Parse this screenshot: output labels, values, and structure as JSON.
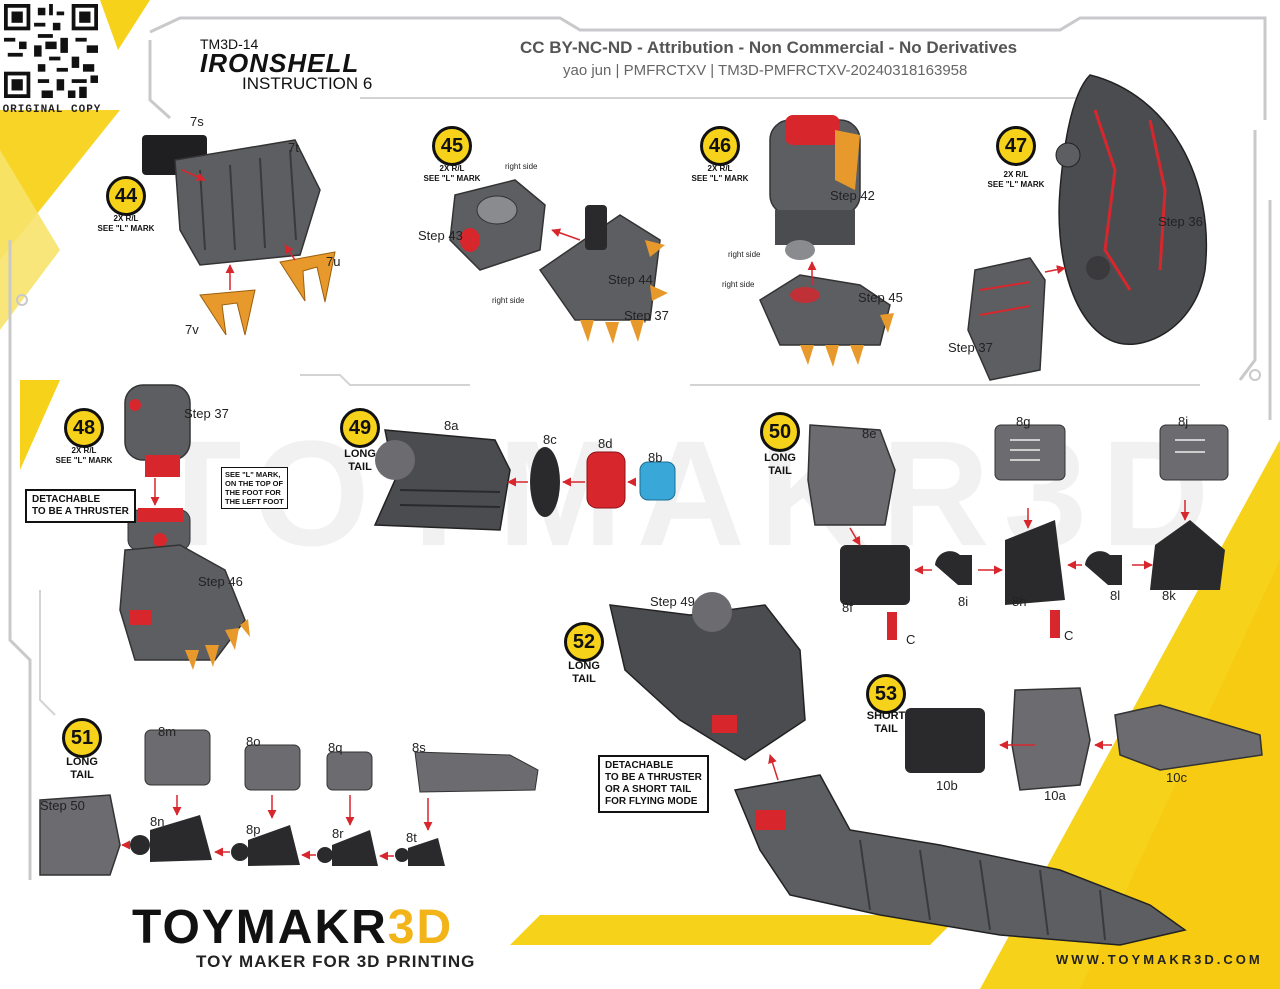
{
  "header": {
    "code": "TM3D-14",
    "model": "IRONSHELL",
    "instruction": "INSTRUCTION 6",
    "license": "CC BY-NC-ND - Attribution - Non Commercial - No Derivatives",
    "author_line": "yao jun | PMFRCTXV | TM3D-PMFRCTXV-20240318163958",
    "original_copy": "ORIGINAL COPY"
  },
  "steps": {
    "s44": {
      "num": "44",
      "note": "2X R/L\nSEE \"L\" MARK",
      "parts": [
        "7s",
        "7t",
        "7u",
        "7v"
      ]
    },
    "s45": {
      "num": "45",
      "note": "2X R/L\nSEE \"L\" MARK",
      "labels": [
        "right side",
        "Step 43",
        "Step 44",
        "right side",
        "Step 37"
      ]
    },
    "s46": {
      "num": "46",
      "note": "2X R/L\nSEE \"L\" MARK",
      "labels": [
        "Step 42",
        "right side",
        "right side",
        "Step 45"
      ]
    },
    "s47": {
      "num": "47",
      "note": "2X R/L\nSEE \"L\" MARK",
      "labels": [
        "Step 36",
        "Step 37"
      ]
    },
    "s48": {
      "num": "48",
      "note": "2X R/L\nSEE \"L\" MARK",
      "labels": [
        "Step 37",
        "Step 46"
      ],
      "callout": "DETACHABLE\nTO BE A THRUSTER",
      "foot_note": "SEE \"L\" MARK,\nON THE TOP OF\nTHE FOOT FOR\nTHE LEFT FOOT"
    },
    "s49": {
      "num": "49",
      "note": "LONG\nTAIL",
      "parts": [
        "8a",
        "8c",
        "8d",
        "8b"
      ]
    },
    "s50": {
      "num": "50",
      "note": "LONG\nTAIL",
      "parts": [
        "8e",
        "8g",
        "8j",
        "8f",
        "8i",
        "8h",
        "8l",
        "8k",
        "C",
        "C"
      ]
    },
    "s51": {
      "num": "51",
      "note": "LONG\nTAIL",
      "parts": [
        "8m",
        "8o",
        "8q",
        "8s",
        "8n",
        "8p",
        "8r",
        "8t"
      ],
      "labels": [
        "Step 50"
      ]
    },
    "s52": {
      "num": "52",
      "note": "LONG\nTAIL",
      "labels": [
        "Step 49"
      ],
      "callout": "DETACHABLE\nTO BE A THRUSTER\nOR A SHORT TAIL\nFOR FLYING MODE"
    },
    "s53": {
      "num": "53",
      "note": "SHORT\nTAIL",
      "parts": [
        "10b",
        "10a",
        "10c"
      ]
    }
  },
  "footer": {
    "brand_main": "TOYMAKR",
    "brand_accent": "3D",
    "tagline": "TOY MAKER FOR 3D PRINTING",
    "website": "WWW.TOYMAKR3D.COM"
  },
  "colors": {
    "yellow": "#f7d21a",
    "dark": "#2e2e30",
    "grey": "#6b6b70",
    "red": "#d8262d",
    "orange": "#e79a2b",
    "blue": "#3aa7d9"
  }
}
